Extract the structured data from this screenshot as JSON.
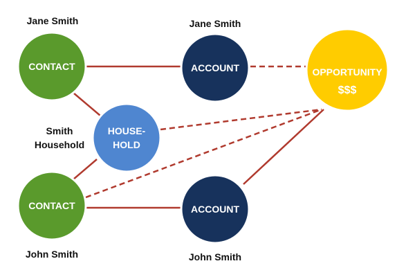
{
  "colors": {
    "contact": "#5a9a2c",
    "account": "#17325c",
    "household": "#4f86d0",
    "opportunity": "#ffcc00",
    "connector": "#b03a2e",
    "ring": "#ffffff"
  },
  "nodes": {
    "contact_top": {
      "text": "CONTACT",
      "caption": "Jane Smith"
    },
    "account_top": {
      "text": "ACCOUNT",
      "caption": "Jane Smith"
    },
    "household": {
      "text_line1": "HOUSE-",
      "text_line2": "HOLD",
      "caption_line1": "Smith",
      "caption_line2": "Household"
    },
    "contact_bottom": {
      "text": "CONTACT",
      "caption": "John Smith"
    },
    "account_bottom": {
      "text": "ACCOUNT",
      "caption": "John Smith"
    },
    "opportunity": {
      "text": "OPPORTUNITY",
      "value": "$$$"
    }
  },
  "connections": [
    {
      "from": "contact_top",
      "to": "account_top",
      "style": "solid"
    },
    {
      "from": "account_top",
      "to": "opportunity",
      "style": "dashed"
    },
    {
      "from": "contact_top",
      "to": "household",
      "style": "solid"
    },
    {
      "from": "household",
      "to": "contact_bottom",
      "style": "solid"
    },
    {
      "from": "household",
      "to": "opportunity",
      "style": "dashed"
    },
    {
      "from": "contact_bottom",
      "to": "opportunity",
      "style": "dashed"
    },
    {
      "from": "contact_bottom",
      "to": "account_bottom",
      "style": "solid"
    },
    {
      "from": "account_bottom",
      "to": "opportunity",
      "style": "solid"
    }
  ]
}
